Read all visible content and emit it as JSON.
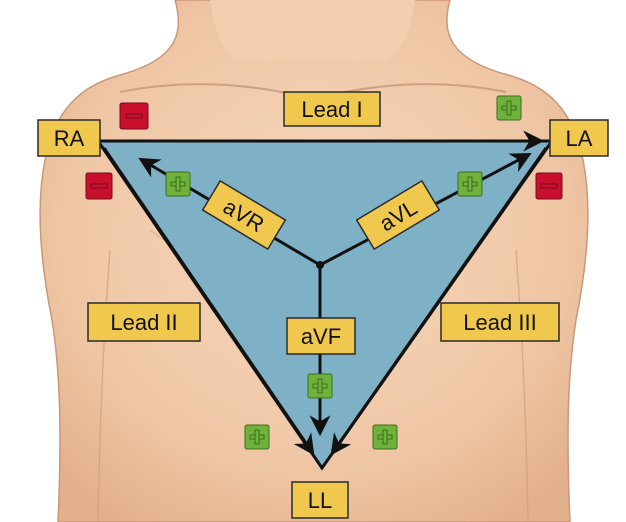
{
  "labels": {
    "ra": "RA",
    "la": "LA",
    "ll": "LL",
    "lead_i": "Lead I",
    "lead_ii": "Lead II",
    "lead_iii": "Lead III",
    "avr": "aVR",
    "avl": "aVL",
    "avf": "aVF"
  },
  "colors": {
    "skin": "#f0c9a8",
    "skin_shadow": "#d9a989",
    "triangle_fill": "#7fb1c6",
    "label_box": "#f0c84e",
    "plus": "#6fb23b",
    "minus": "#c8102e",
    "line": "#111111"
  },
  "signs": {
    "plus": "plus-sign-icon",
    "minus": "minus-sign-icon"
  }
}
